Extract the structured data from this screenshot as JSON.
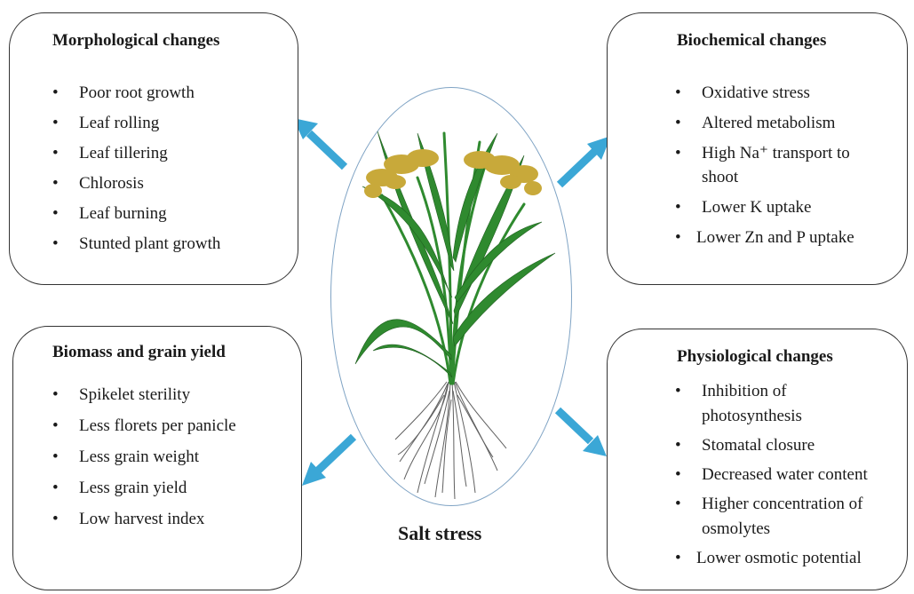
{
  "center": {
    "caption": "Salt stress",
    "illustration": "rice-plant-icon"
  },
  "colors": {
    "arrow": "#3ba7d6",
    "leaf": "#2f8a2f",
    "panicle": "#c8a93a",
    "root": "#444444",
    "oval": "#7fa3c4"
  },
  "boxes": {
    "morphological": {
      "title": "Morphological changes",
      "items": [
        "Poor root growth",
        "Leaf rolling",
        "Leaf tillering",
        "Chlorosis",
        "Leaf burning",
        "Stunted plant growth"
      ]
    },
    "biochemical": {
      "title": "Biochemical changes",
      "items": [
        "Oxidative stress",
        "Altered metabolism",
        "High Na⁺ transport to shoot",
        "Lower K uptake",
        "Lower Zn and P uptake"
      ]
    },
    "biomass": {
      "title": "Biomass and grain yield",
      "items": [
        "Spikelet sterility",
        "Less florets per panicle",
        "Less grain weight",
        "Less grain yield",
        "Low harvest index"
      ]
    },
    "physiological": {
      "title": "Physiological changes",
      "items": [
        "Inhibition of photosynthesis",
        "Stomatal closure",
        "Decreased water content",
        "Higher concentration of osmolytes",
        "Lower osmotic potential"
      ]
    }
  }
}
